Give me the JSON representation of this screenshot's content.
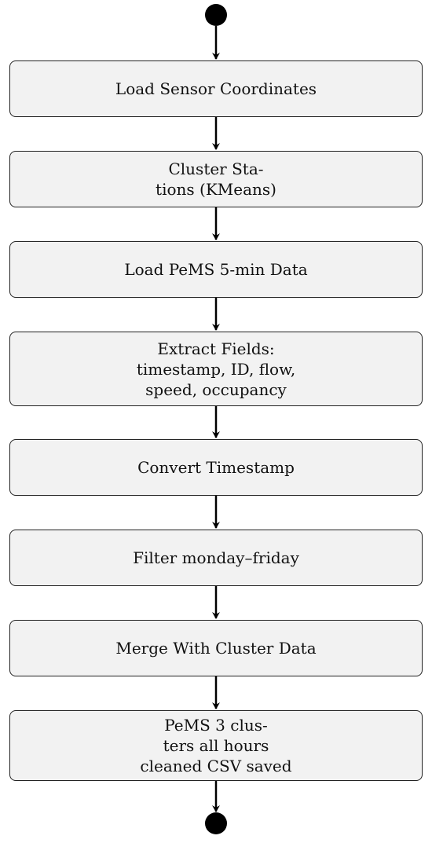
{
  "flowchart": {
    "steps": [
      {
        "id": "load-sensor-coordinates",
        "lines": [
          "Load Sensor Coordinates"
        ]
      },
      {
        "id": "cluster-stations",
        "lines": [
          "Cluster Sta-",
          "tions (KMeans)"
        ]
      },
      {
        "id": "load-pems-data",
        "lines": [
          "Load PeMS 5-min Data"
        ]
      },
      {
        "id": "extract-fields",
        "lines": [
          "Extract Fields:",
          "timestamp, ID, flow,",
          "speed, occupancy"
        ]
      },
      {
        "id": "convert-timestamp",
        "lines": [
          "Convert Timestamp"
        ]
      },
      {
        "id": "filter-weekdays",
        "lines": [
          "Filter monday–friday"
        ]
      },
      {
        "id": "merge-cluster-data",
        "lines": [
          "Merge With Cluster Data"
        ]
      },
      {
        "id": "save-cleaned-csv",
        "lines": [
          "PeMS 3 clus-",
          "ters all hours",
          "cleaned CSV saved"
        ]
      }
    ],
    "colors": {
      "box_fill": "#f2f2f2",
      "box_stroke": "#222222",
      "arrow": "#000000",
      "node": "#000000"
    }
  }
}
